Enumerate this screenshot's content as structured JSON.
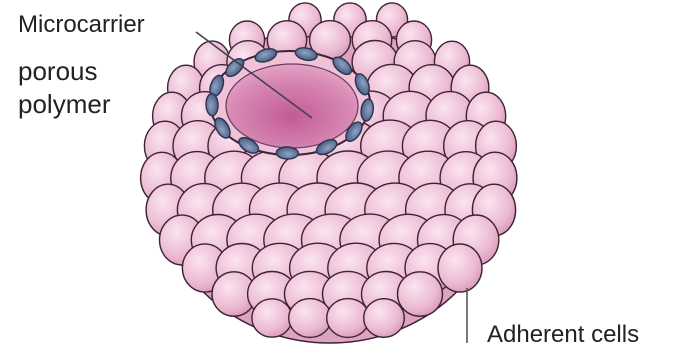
{
  "labels": {
    "microcarrier": "Microcarrier",
    "porous_line1": "porous",
    "porous_line2": "polymer",
    "adherent": "Adherent cells"
  },
  "colors": {
    "cell_fill": "#ebb9d2",
    "cell_shade": "#d493b6",
    "cell_stroke": "#3d2333",
    "pore_fill": "#c25b95",
    "nucleus_fill": "#5a6f96"
  }
}
